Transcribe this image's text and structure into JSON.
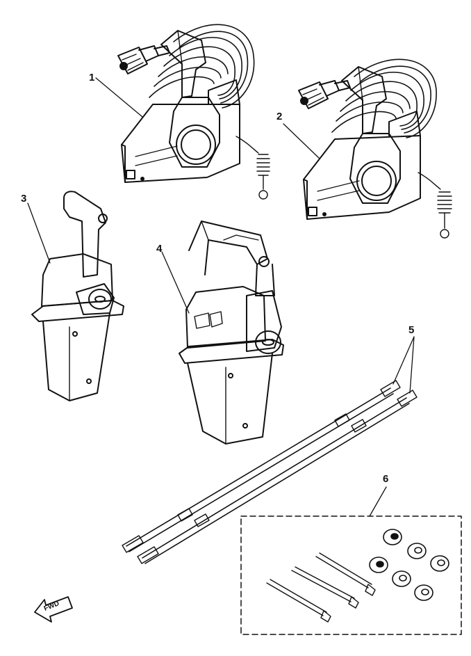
{
  "callouts": {
    "c1": "1",
    "c2": "2",
    "c3": "3",
    "c4": "4",
    "c5": "5",
    "c6": "6"
  },
  "fwd_label": "FWD",
  "colors": {
    "ink": "#111111",
    "paper": "#ffffff"
  }
}
